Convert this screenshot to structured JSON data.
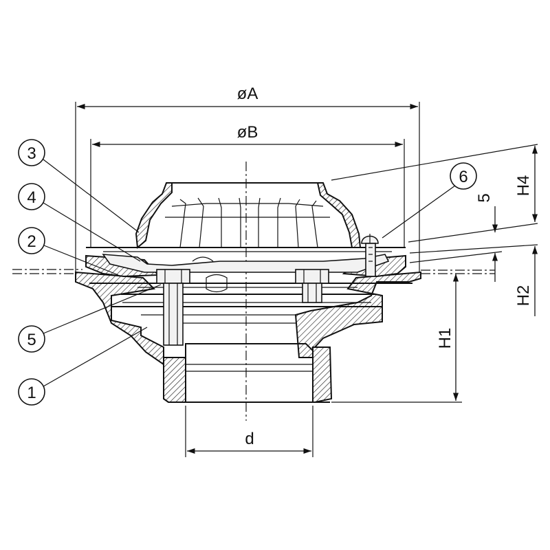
{
  "dimensions": {
    "dia_a": "øA",
    "dia_b": "øB",
    "d": "d",
    "h1": "H1",
    "h2": "H2",
    "h4": "H4",
    "five": "5"
  },
  "callouts": [
    "1",
    "2",
    "3",
    "4",
    "5",
    "6"
  ]
}
